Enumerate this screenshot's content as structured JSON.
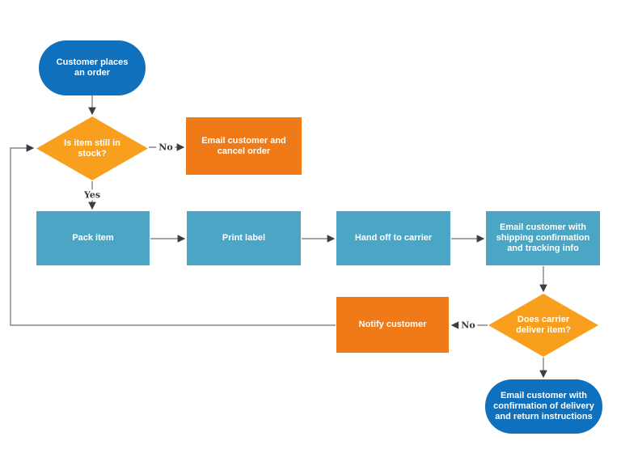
{
  "diagram": {
    "type": "flowchart",
    "background": "#ffffff",
    "palette": {
      "terminator_blue": "#0F70BE",
      "process_teal": "#4BA6C5",
      "action_orange": "#EF7A17",
      "decision_amber": "#F8A01E",
      "connector_line": "#6f6f6f",
      "arrowhead": "#3d3d3d",
      "edge_label_text": "#3b3b3b",
      "node_text": "#ffffff"
    },
    "nodes": {
      "start": {
        "shape": "terminator",
        "label": "Customer places an order"
      },
      "stock_decision": {
        "shape": "decision",
        "label": "Is item still in stock?"
      },
      "cancel_email": {
        "shape": "process",
        "label": "Email customer and cancel order"
      },
      "pack_item": {
        "shape": "process",
        "label": "Pack item"
      },
      "print_label": {
        "shape": "process",
        "label": "Print label"
      },
      "handoff_carrier": {
        "shape": "process",
        "label": "Hand off to carrier"
      },
      "shipping_email": {
        "shape": "process",
        "label": "Email customer with shipping confirmation and tracking info"
      },
      "delivery_decision": {
        "shape": "decision",
        "label": "Does carrier deliver item?"
      },
      "notify_customer": {
        "shape": "process",
        "label": "Notify customer"
      },
      "delivery_email": {
        "shape": "terminator",
        "label": "Email customer with confirmation of delivery and return instructions"
      }
    },
    "edge_labels": {
      "stock_no": "No",
      "stock_yes": "Yes",
      "delivery_no": "No"
    }
  }
}
